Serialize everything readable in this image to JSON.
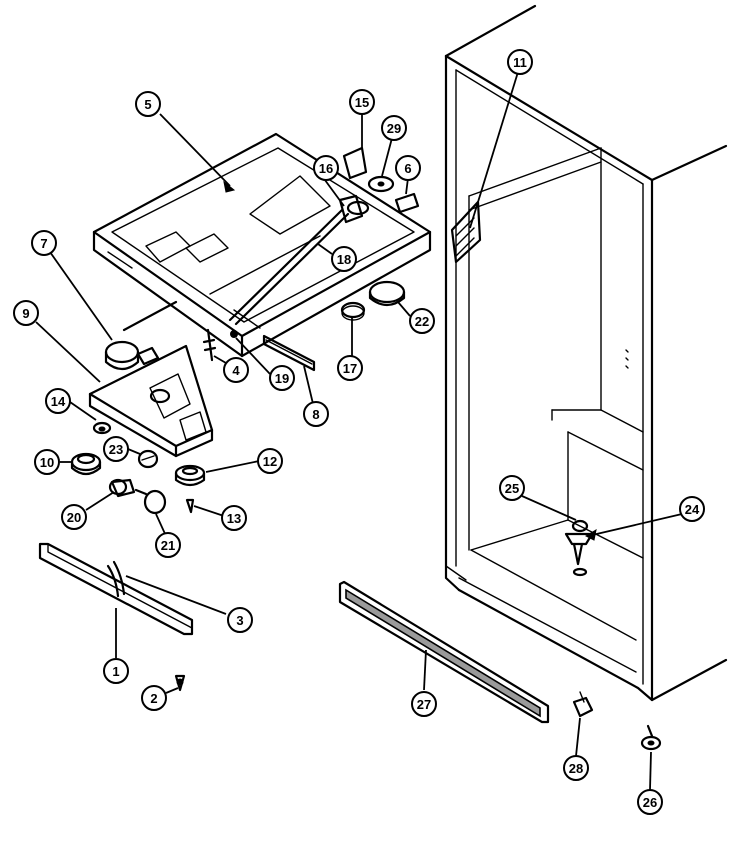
{
  "callouts": [
    {
      "label": "1"
    },
    {
      "label": "2"
    },
    {
      "label": "3"
    },
    {
      "label": "4"
    },
    {
      "label": "5"
    },
    {
      "label": "6"
    },
    {
      "label": "7"
    },
    {
      "label": "8"
    },
    {
      "label": "9"
    },
    {
      "label": "10"
    },
    {
      "label": "11"
    },
    {
      "label": "12"
    },
    {
      "label": "13"
    },
    {
      "label": "14"
    },
    {
      "label": "15"
    },
    {
      "label": "16"
    },
    {
      "label": "17"
    },
    {
      "label": "18"
    },
    {
      "label": "19"
    },
    {
      "label": "20"
    },
    {
      "label": "21"
    },
    {
      "label": "22"
    },
    {
      "label": "23"
    },
    {
      "label": "24"
    },
    {
      "label": "25"
    },
    {
      "label": "26"
    },
    {
      "label": "27"
    },
    {
      "label": "28"
    },
    {
      "label": "29"
    }
  ]
}
